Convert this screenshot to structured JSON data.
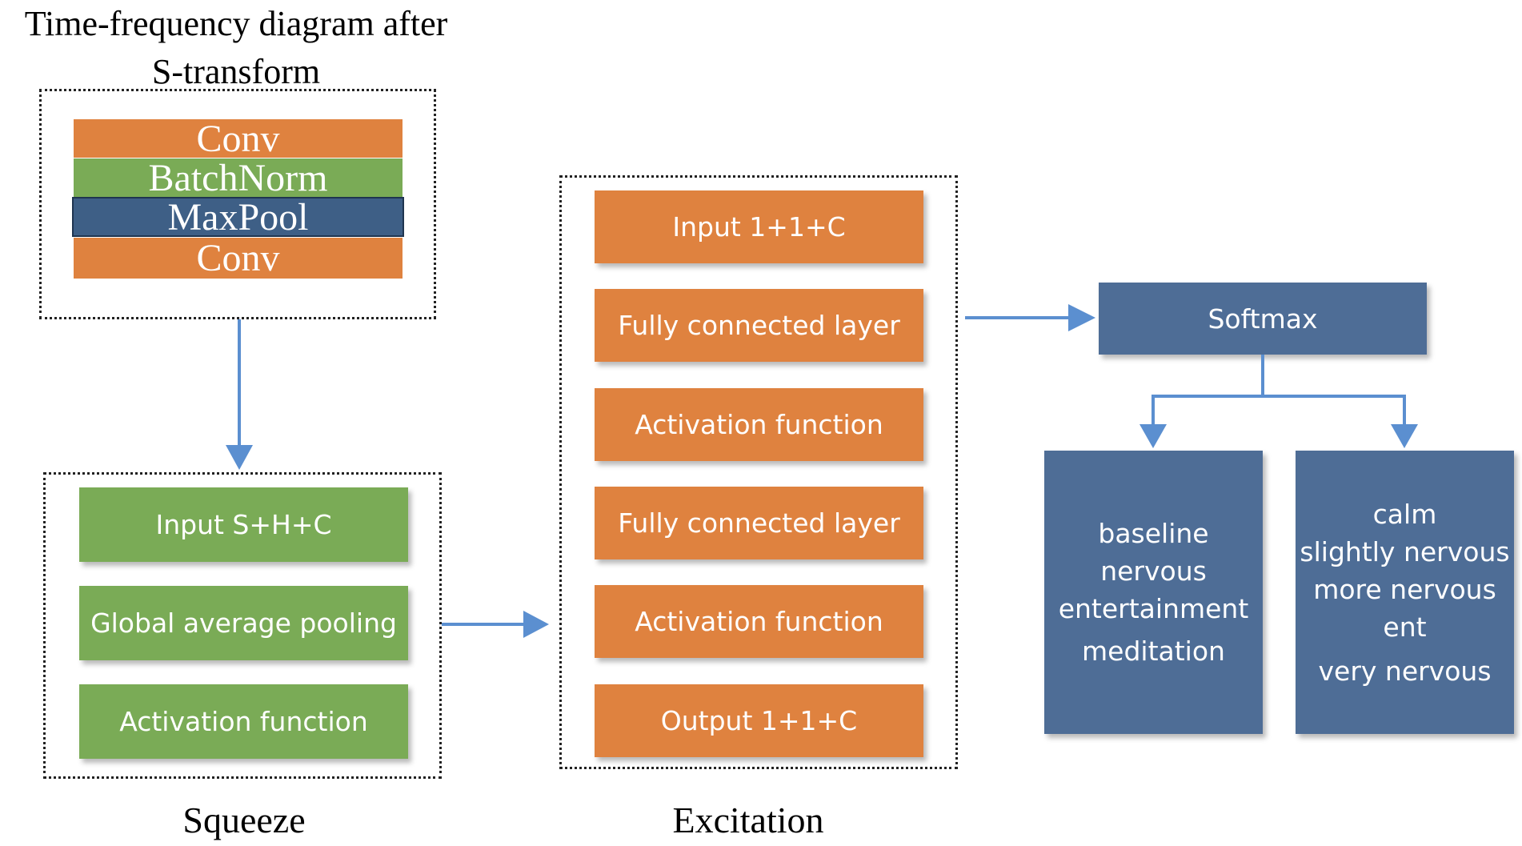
{
  "title_lines": [
    "Time-frequency diagram after",
    "S-transform"
  ],
  "conv_stack": [
    "Conv",
    "BatchNorm",
    "MaxPool",
    "Conv"
  ],
  "squeeze": {
    "label": "Squeeze",
    "blocks": [
      "Input S+H+C",
      "Global average pooling",
      "Activation function"
    ]
  },
  "excitation": {
    "label": "Excitation",
    "blocks": [
      "Input 1+1+C",
      "Fully connected layer",
      "Activation function",
      "Fully connected layer",
      "Activation function",
      "Output 1+1+C"
    ]
  },
  "softmax": {
    "label": "Softmax"
  },
  "outputs_left": [
    "baseline",
    "nervous",
    "entertainment",
    "meditation"
  ],
  "outputs_right": [
    "calm",
    "slightly nervous",
    "more nervous",
    "ent",
    "very nervous"
  ],
  "colors": {
    "orange": "#df823f",
    "green": "#7aab56",
    "navy": "#3e5f86",
    "slate": "#4e6d96",
    "arrow": "#5b8fd0"
  }
}
